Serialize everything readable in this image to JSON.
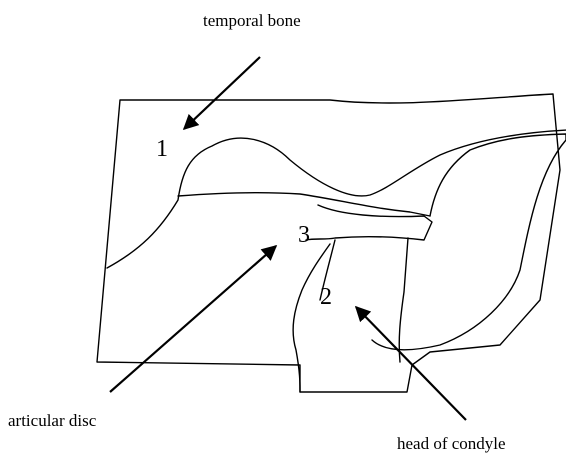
{
  "labels": {
    "temporal_bone": "temporal bone",
    "articular_disc": "articular disc",
    "head_of_condyle": "head of condyle"
  },
  "numbers": {
    "one": "1",
    "two": "2",
    "three": "3"
  },
  "colors": {
    "line": "#000000",
    "background": "#ffffff"
  }
}
